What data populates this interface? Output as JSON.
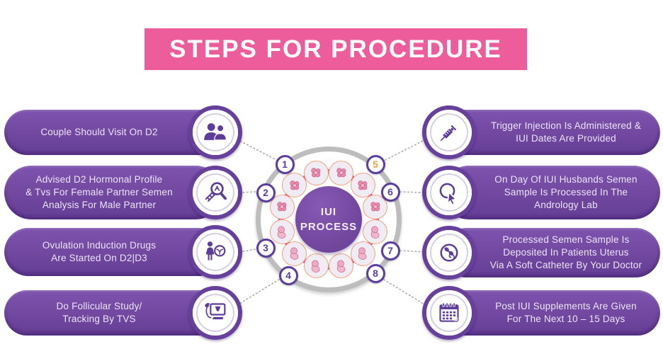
{
  "title": "STEPS FOR PROCEDURE",
  "center": {
    "line1": "IUI",
    "line2": "PROCESS"
  },
  "left_steps": [
    {
      "number": "1",
      "icon": "couple-icon",
      "text": "Couple Should Visit On D2"
    },
    {
      "number": "2",
      "icon": "search-dna-icon",
      "text": "Advised D2 Hormonal Profile\n& Tvs For Female Partner Semen\nAnalysis For Male Partner"
    },
    {
      "number": "3",
      "icon": "female-ovulation-icon",
      "text": "Ovulation Induction Drugs\nAre Started On D2|D3"
    },
    {
      "number": "4",
      "icon": "ultrasound-icon",
      "text": "Do Follicular Study/\nTracking By TVS"
    }
  ],
  "right_steps": [
    {
      "number": "5",
      "icon": "syringe-icon",
      "text": "Trigger Injection Is Administered &\nIUI Dates Are Provided"
    },
    {
      "number": "6",
      "icon": "cursor-click-icon",
      "text": "On Day Of IUI Husbands Semen\nSample Is Processed In The\nAndrology Lab"
    },
    {
      "number": "7",
      "icon": "sperm-icon",
      "text": "Processed Semen Sample Is\nDeposited In Patients Uterus\nVia A Soft Catheter By Your Doctor"
    },
    {
      "number": "8",
      "icon": "calendar-icon",
      "text": "Post IUI Supplements Are Given\nFor The Next 10 – 15 Days"
    }
  ],
  "wheel": {
    "numbers": [
      "1",
      "2",
      "3",
      "4",
      "5",
      "6",
      "7",
      "8"
    ],
    "highlighted_number": "5"
  },
  "colors": {
    "banner_pink": "#EE5D9B",
    "box_purple": "#74489F",
    "number_purple": "#5B3E9E",
    "highlight_orange": "#F0A03C",
    "connector_pink": "#E8368F",
    "ring_gray": "#BDBDBD"
  }
}
